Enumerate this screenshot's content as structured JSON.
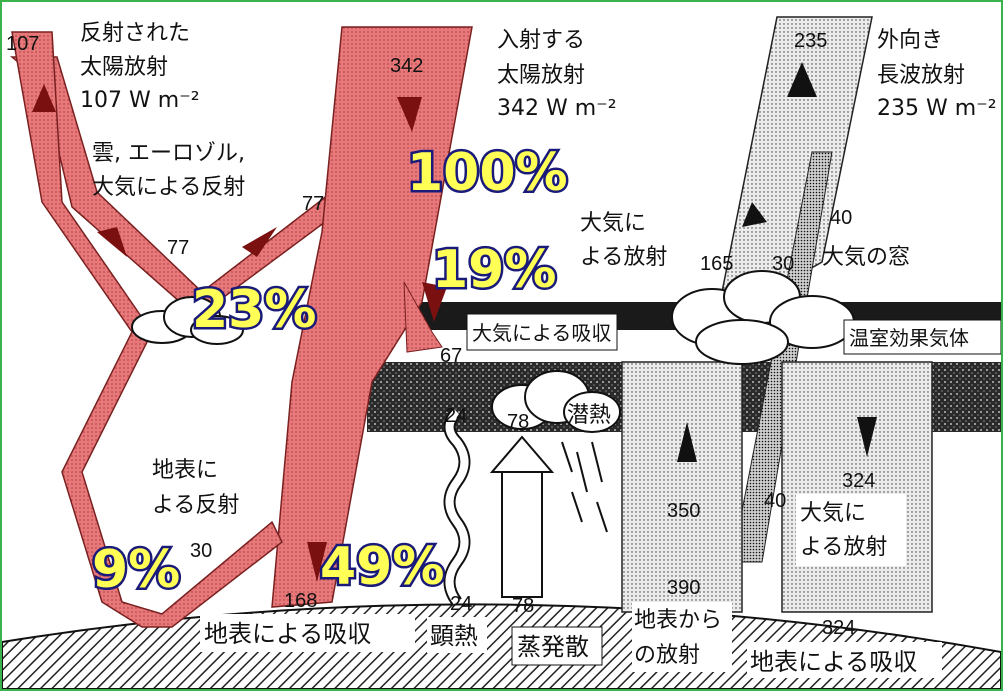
{
  "colors": {
    "border": "#3cb34a",
    "solar": "#e8787a",
    "percent_fill": "#ffff55",
    "percent_stroke": "#1a1a7a"
  },
  "labels": {
    "reflected_solar": [
      "反射された",
      "太陽放射",
      "107 W m⁻²"
    ],
    "incoming_solar": [
      "入射する",
      "太陽放射",
      "342 W m⁻²"
    ],
    "outgoing_longwave": [
      "外向き",
      "長波放射",
      "235 W m⁻²"
    ],
    "cloud_reflection": [
      "雲, エーロゾル,",
      "大気による反射"
    ],
    "atmo_emission": [
      "大気に",
      "よる放射"
    ],
    "atmo_window": "大気の窓",
    "atmo_absorb": "大気による吸収",
    "greenhouse": "温室効果気体",
    "latent_heat": "潜熱",
    "surface_reflection": [
      "地表に",
      "よる反射"
    ],
    "back_radiation": [
      "大気に",
      "よる放射"
    ],
    "surface_absorb_left": "地表による吸収",
    "sensible_heat": "顕熱",
    "evapotranspiration": "蒸発散",
    "surface_emission": [
      "地表から",
      "の放射"
    ],
    "surface_absorb_right": "地表による吸収"
  },
  "values": {
    "v107": "107",
    "v342": "342",
    "v235": "235",
    "v77a": "77",
    "v77b": "77",
    "v165": "165",
    "v30a": "30",
    "v40a": "40",
    "v67": "67",
    "v24a": "24",
    "v78a": "78",
    "v350": "350",
    "v40b": "40",
    "v324a": "324",
    "v30b": "30",
    "v168": "168",
    "v24b": "24",
    "v78b": "78",
    "v390": "390",
    "v324b": "324"
  },
  "percents": {
    "p100": "100%",
    "p19": "19%",
    "p23": "23%",
    "p9": "9%",
    "p49": "49%"
  }
}
